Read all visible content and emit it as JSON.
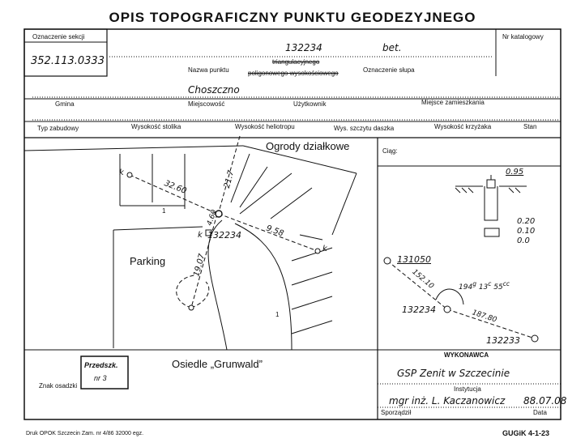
{
  "title": "OPIS TOPOGRAFICZNY PUNKTU GEODEZYJNEGO",
  "header": {
    "section_label": "Oznaczenie sekcji",
    "section_value": "352.113.0333",
    "catalog_label": "Nr katalogowy",
    "point_number": "132234",
    "point_name_label": "Nazwa punktu",
    "network_option_1": "triangulacyjnego",
    "network_option_2": "poligonowego wysokościowego",
    "pillar_value": "bet.",
    "pillar_label": "Oznaczenie słupa"
  },
  "row2": {
    "locality_value": "Choszczno",
    "labels": [
      "Gmina",
      "Miejscowość",
      "Użytkownik",
      "Miejsce zamieszkania"
    ]
  },
  "row3": {
    "labels": [
      "Typ zabudowy",
      "Wysokość stolika",
      "Wysokość heliotropu",
      "Wys. szczytu daszka",
      "Wysokość krzyżaka",
      "Stan"
    ]
  },
  "sketch": {
    "gardens": "Ogrody działkowe",
    "parking": "Parking",
    "estate": "Osiedle „Grunwald”",
    "point": "132234",
    "dist_1": "32.60",
    "dist_2": "21.7",
    "dist_3": "9.58",
    "dist_4": "19.07",
    "dist_5": "4.60",
    "k": "k",
    "marker_1": "1",
    "marker_2": "1"
  },
  "right_panel": {
    "ciag_label": "Ciąg:",
    "depth": "0.95",
    "dim_1": "0.20",
    "dim_2": "0.10",
    "dim_3": "0.0",
    "point_a": "131050",
    "dist_a": "152.10",
    "point_b": "132234",
    "angle": "194",
    "angle_g": "g",
    "angle_min": "13",
    "angle_c": "c",
    "angle_sec": "55",
    "angle_cc": "cc",
    "dist_b": "187.80",
    "point_c": "132233"
  },
  "footer": {
    "stamp_line1": "Przedszk.",
    "stamp_line2": "nr 3",
    "znak_label": "Znak osadzki",
    "wykonawca_label": "WYKONAWCA",
    "institution_value": "GSP Zenit w Szczecinie",
    "institution_label": "Instytucja",
    "author_value": "mgr inż. L. Kaczanowicz",
    "date_value": "88.07.08",
    "author_label": "Sporządził",
    "date_label": "Data",
    "print_info": "Druk OPOK Szczecin Zam. nr 4/86  32000 egz.",
    "form_code": "GUGiK 4-1-23"
  }
}
